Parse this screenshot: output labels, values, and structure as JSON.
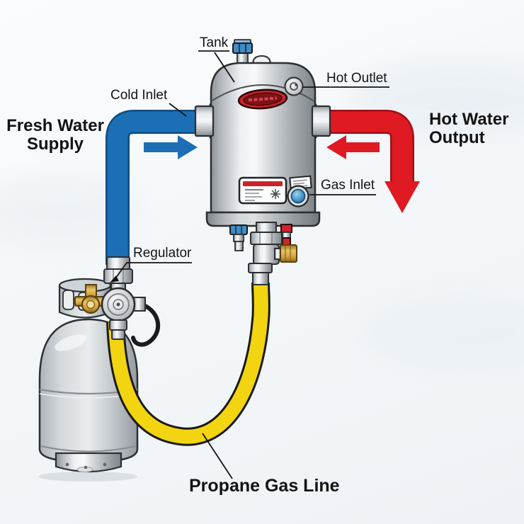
{
  "labels": {
    "tank": "Tank",
    "cold_inlet": "Cold Inlet",
    "hot_outlet": "Hot Outlet",
    "gas_inlet": "Gas Inlet",
    "regulator": "Regulator",
    "propane_gas_line": "Propane Gas Line",
    "fresh_water_supply": {
      "line1": "Fresh Water",
      "line2": "Supply"
    },
    "hot_water_output": {
      "line1": "Hot Water",
      "line2": "Output"
    }
  },
  "arrows": {
    "cold_flow_direction": "right",
    "hot_flow_direction": "left",
    "hot_output_direction": "down"
  },
  "colors": {
    "cold_water_blue": "#1c6fb4",
    "hot_water_red": "#e01a22",
    "propane_hose_yellow": "#f2d411",
    "brass": "#d9a94a",
    "steel_light": "#f2f4f5",
    "steel_dark": "#85898d",
    "outline": "#2c2f32",
    "background": "#f5f7f9",
    "label_text": "#131313"
  }
}
